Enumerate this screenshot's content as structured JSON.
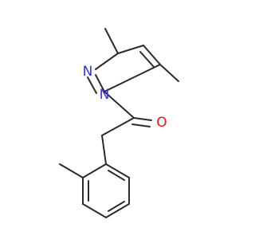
{
  "molecule": {
    "atoms": [
      {
        "id": "N2",
        "label": "N",
        "color": "#3333ee"
      },
      {
        "id": "N1",
        "label": "N",
        "color": "#3333ee"
      },
      {
        "id": "O",
        "label": "O",
        "color": "#ee1111"
      }
    ],
    "bond_color": "#2b2b2b"
  }
}
